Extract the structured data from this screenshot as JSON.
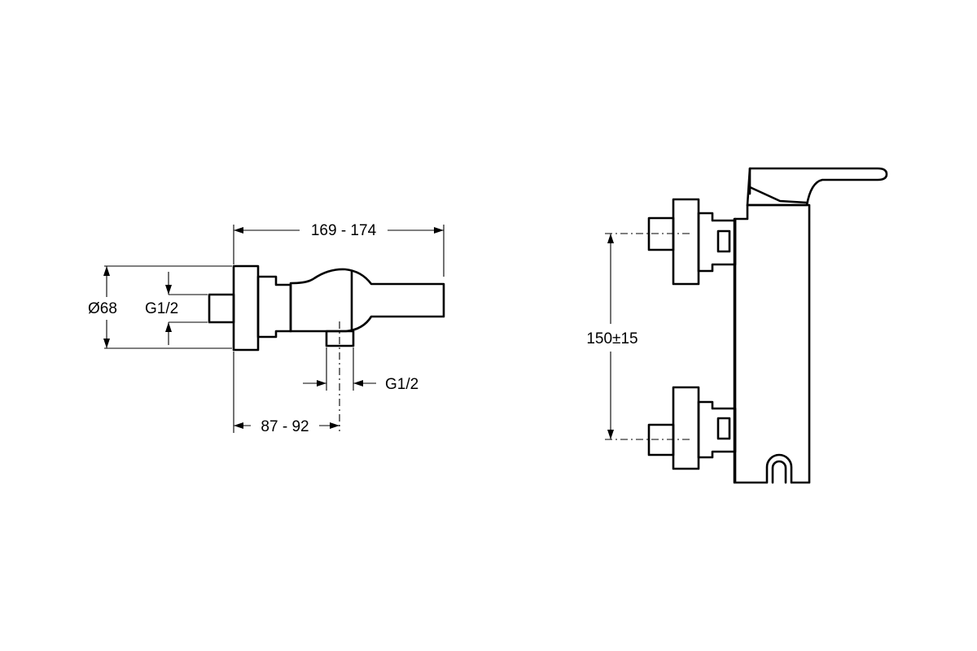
{
  "dimensions": {
    "overall_length": "169 - 174",
    "diameter": "Ø68",
    "inlet_thread": "G1/2",
    "outlet_thread": "G1/2",
    "outlet_offset": "87 - 92",
    "inlet_spacing": "150±15"
  }
}
